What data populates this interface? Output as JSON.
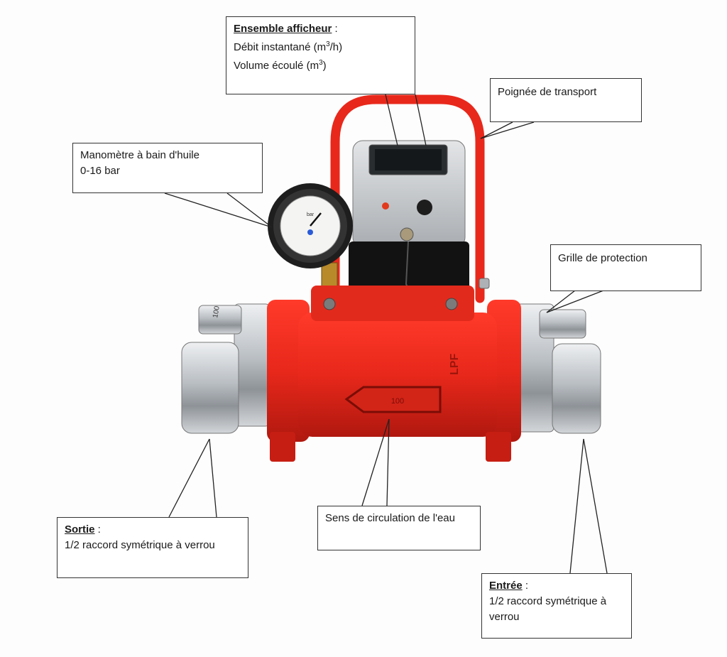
{
  "callouts": {
    "display": {
      "heading": "Ensemble afficheur",
      "heading_suffix": " :",
      "line1_pre": "Débit instantané (m",
      "line1_sup": "3",
      "line1_post": "/h)",
      "line2_pre": "Volume écoulé (m",
      "line2_sup": "3",
      "line2_post": ")"
    },
    "handle": {
      "text": "Poignée de transport"
    },
    "gauge": {
      "line1": "Manomètre à bain d'huile",
      "line2": "0-16 bar"
    },
    "grille": {
      "text": "Grille de protection"
    },
    "flow": {
      "text": "Sens de circulation de l'eau"
    },
    "outlet": {
      "heading": "Sortie",
      "heading_suffix": " :",
      "text": "1/2 raccord symétrique à verrou"
    },
    "inlet": {
      "heading": "Entrée",
      "heading_suffix": " :",
      "text": "1/2 raccord symétrique à verrou"
    }
  },
  "device": {
    "body_marking": "LPF",
    "arrow_marking": "100",
    "coupling_marking": "100",
    "gauge_unit": "bar",
    "gauge_range": "0-16"
  },
  "colors": {
    "body_red": "#e8281b",
    "body_red_dark": "#b0180f",
    "aluminium": "#c9cdd1",
    "gauge_rim": "#222222",
    "leader": "#222222"
  }
}
